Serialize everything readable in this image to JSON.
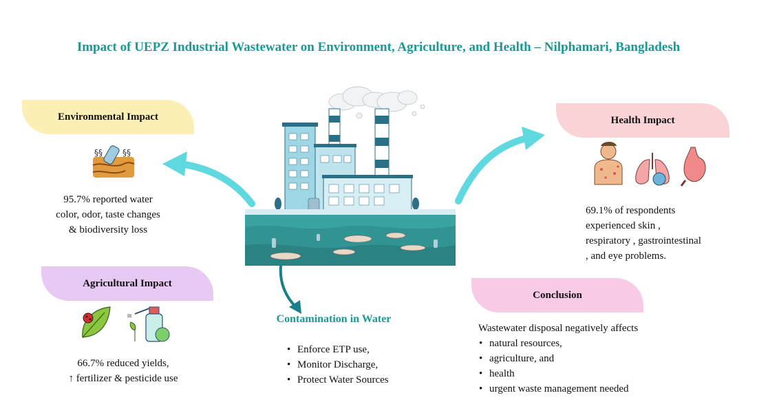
{
  "title": "Impact of UEPZ Industrial Wastewater on Environment, Agriculture, and Health – Nilphamari, Bangladesh",
  "environmental": {
    "heading": "Environmental Impact",
    "lines": [
      "95.7% reported water",
      "color, odor, taste changes",
      "& biodiversity loss"
    ]
  },
  "agricultural": {
    "heading": "Agricultural Impact",
    "lines": [
      "66.7% reduced yields,",
      "↑ fertilizer & pesticide use"
    ]
  },
  "health": {
    "heading": "Health Impact",
    "lines": [
      "69.1% of respondents",
      "experienced skin ,",
      "respiratory , gastrointestinal",
      ", and eye problems."
    ]
  },
  "contamination": {
    "heading": "Contamination in Water",
    "bullets": [
      "Enforce ETP use,",
      " Monitor Discharge,",
      "Protect Water Sources"
    ]
  },
  "conclusion": {
    "heading": "Conclusion",
    "intro": "Wastewater disposal negatively affects",
    "bullets": [
      "natural resources,",
      "agriculture, and",
      "health",
      "urgent waste management needed"
    ]
  },
  "colors": {
    "accent_teal": "#1a9a96",
    "arrow_cyan": "#5fd8e0",
    "env_banner": "#fbefb6",
    "agri_banner": "#e7c9f3",
    "health_banner": "#f9d3d5",
    "conclusion_banner": "#f7cbe5"
  },
  "icons": [
    "polluted-soil-icon",
    "leaf-pest-icon",
    "sprayer-icon",
    "skin-rash-icon",
    "lungs-icon",
    "stomach-icon",
    "factory-illustration"
  ]
}
